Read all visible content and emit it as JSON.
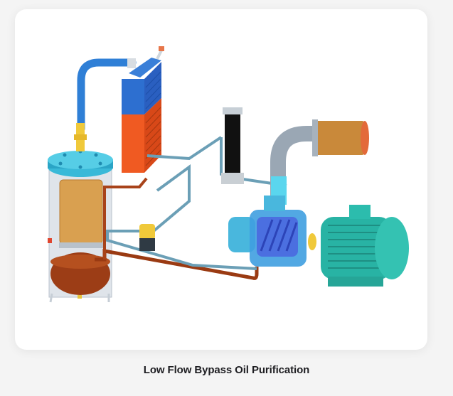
{
  "figure": {
    "caption": "Low Flow Bypass Oil Purification",
    "illustration_alt": "3D diagram of a low flow bypass oil purification system with oil separator tank, cooler, filter, screw compressor, and electric motor",
    "components": [
      {
        "name": "oil-separator-tank",
        "description": "cylindrical tank with cyan lid and orange filter element"
      },
      {
        "name": "oil-cooler",
        "description": "finned heat exchanger, blue top and orange bottom"
      },
      {
        "name": "oil-filter",
        "description": "black cylindrical filter with grey housing"
      },
      {
        "name": "air-intake-filter",
        "description": "orange/brown cylindrical intake filter on grey elbow pipe"
      },
      {
        "name": "screw-compressor",
        "description": "translucent blue air-end with visible screw rotors"
      },
      {
        "name": "electric-motor",
        "description": "teal finned electric motor"
      },
      {
        "name": "coupling",
        "description": "yellow shaft coupling"
      },
      {
        "name": "thermostatic-valve",
        "description": "yellow and dark valve"
      }
    ]
  },
  "colors": {
    "page_background": "#f4f4f4",
    "card_background": "#ffffff",
    "caption_text": "#1e1e22"
  }
}
